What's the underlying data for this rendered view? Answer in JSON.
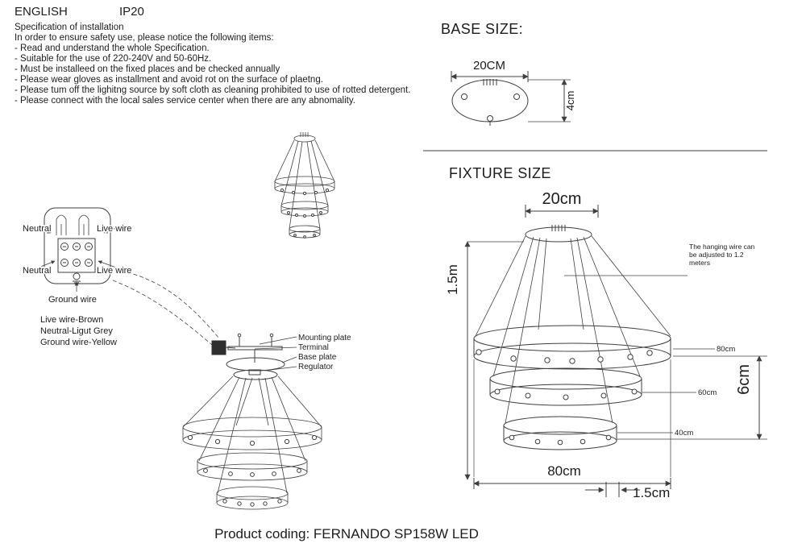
{
  "header": {
    "language": "ENGLISH",
    "ip_rating": "IP20"
  },
  "spec": {
    "title": "Specification of installation",
    "intro": "In order to ensure safety use, please notice the following items:",
    "items": [
      "- Read and understand the whole Specification.",
      "- Suitable for the use of 220-240V and 50-60Hz.",
      "- Must be installeed on the fixed places and be checked annually",
      "- Please wear gloves as installment and avoid rot on the surface of plaetng.",
      "- Please tum off the lighitng source by soft cloth as cleaning prohibited to use of rotted detergent.",
      "- Please connect with the local sales service center when there are any abnomality."
    ]
  },
  "base_size": {
    "title": "BASE SIZE:",
    "diameter_label": "20CM",
    "height_label": "4cm"
  },
  "fixture_size": {
    "title": "FIXTURE SIZE",
    "top_diameter_label": "20cm",
    "drop_label": "1.5m",
    "note_lines": [
      "The hanging wire can",
      "be adjusted to 1.2",
      "meters"
    ],
    "ring_labels": [
      "80cm",
      "60cm",
      "40cm"
    ],
    "ring_height_label": "6cm",
    "bottom_width_label": "80cm",
    "thickness_label": "1.5cm"
  },
  "wiring": {
    "neutral_top": "Neutral",
    "live_top": "Live wire",
    "neutral_bottom": "Neutral",
    "live_bottom": "Live wire",
    "ground_label": "Ground wire",
    "legend": [
      "Live wire-Brown",
      "Neutral-Ligut Grey",
      "Ground wire-Yellow"
    ]
  },
  "mount": {
    "labels": [
      "Mounting plate",
      "Terminal",
      "Base plate",
      "Regulator"
    ]
  },
  "footer": {
    "product_coding": "Product coding: FERNANDO SP158W LED"
  },
  "colors": {
    "ink": "#1c1c1c",
    "line": "#3f3f3f"
  }
}
